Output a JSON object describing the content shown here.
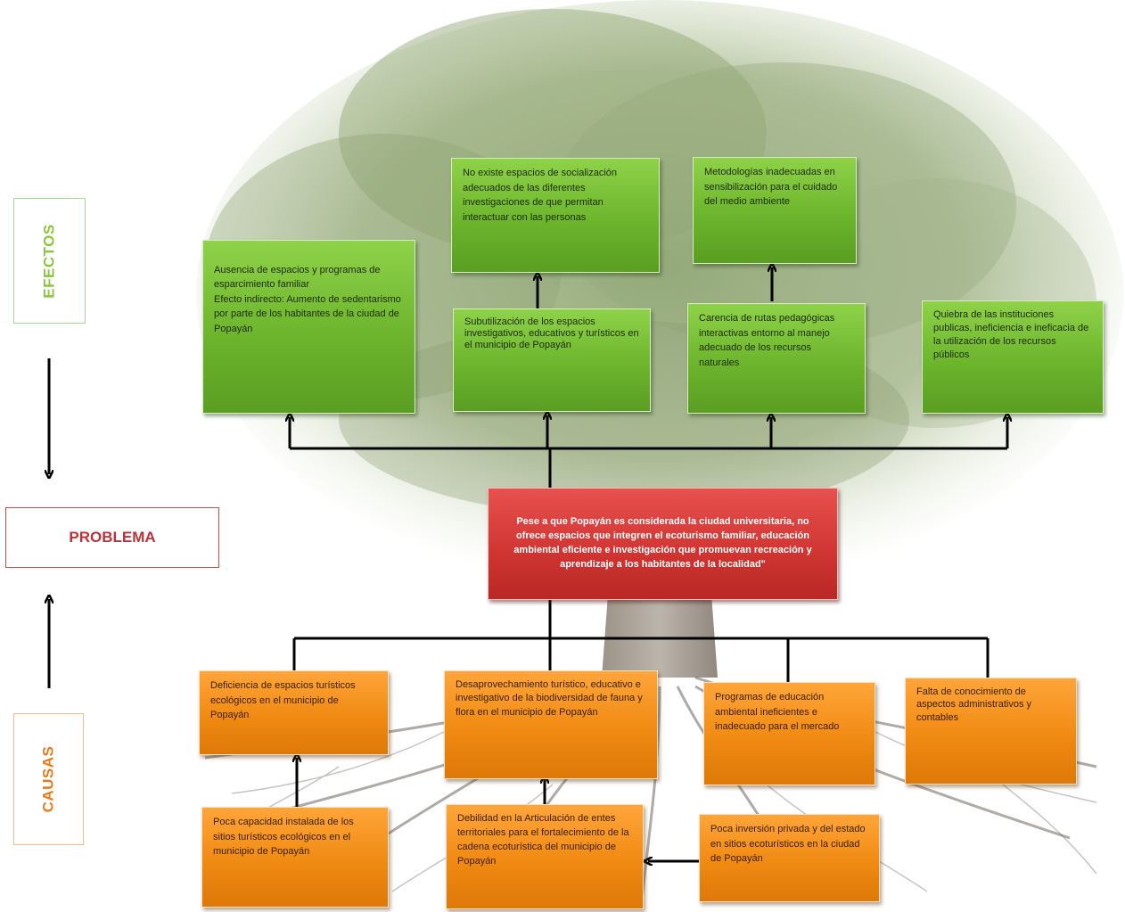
{
  "side_labels": {
    "efectos": "EFECTOS",
    "problema": "PROBLEMA",
    "causas": "CAUSAS"
  },
  "problem": {
    "text": "Pese a que Popayán es considerada la ciudad universitaria, no ofrece espacios que integren el ecoturismo familiar, educación ambiental eficiente e investigación que promuevan recreación y aprendizaje a los habitantes de la localidad\""
  },
  "effects": {
    "direct_1": "Ausencia de espacios y programas de esparcimiento familiar\nEfecto indirecto: Aumento de sedentarismo por parte de los habitantes de la ciudad de Popayán",
    "direct_2": "Subutilización de los espacios investigativos, educativos y turísticos  en el municipio de Popayán",
    "direct_3": "Carencia de rutas pedagógicas interactivas entorno al manejo adecuado de los recursos naturales",
    "direct_4": "Quiebra de las instituciones publicas, ineficiencia e ineficacia de la utilización de los recursos públicos",
    "indirect_2": "No existe espacios de socialización adecuados de las diferentes investigaciones de  que permitan  interactuar con las personas",
    "indirect_3": "Metodologías inadecuadas en sensibilización para el cuidado del medio ambiente"
  },
  "causes": {
    "direct_1": "Deficiencia  de espacios turísticos ecológicos en el municipio de Popayán",
    "direct_2": "Desaprovechamiento turístico, educativo e investigativo de la biodiversidad de fauna y flora en el municipio de Popayán",
    "direct_3": "Programas  de educación ambiental ineficientes  e inadecuado  para el mercado",
    "direct_4": "Falta de conocimiento de aspectos administrativos y contables",
    "indirect_1": "Poca capacidad instalada de los sitios  turísticos ecológicos en el municipio de Popayán",
    "indirect_2": "Debilidad en la Articulación de entes  territoriales para el fortalecimiento de la cadena  ecoturística del municipio de Popayán",
    "indirect_3": "Poca inversión privada y del estado en sitios ecoturísticos en la ciudad de Popayán"
  },
  "colors": {
    "effect_green": "#6cb52c",
    "cause_orange": "#f08a12",
    "problem_red": "#cf3431",
    "efectos_label": "#8cc63f",
    "causas_label": "#e87b1c",
    "problema_label": "#b8343a"
  }
}
